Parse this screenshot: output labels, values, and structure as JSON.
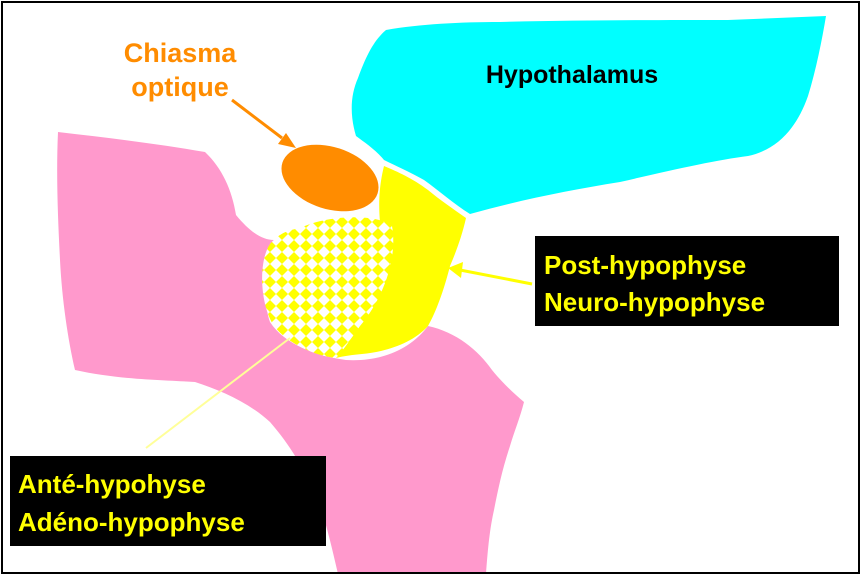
{
  "labels": {
    "chiasma_line1": "Chiasma",
    "chiasma_line2": "optique",
    "hypothalamus": "Hypothalamus",
    "post_line1": "Post-hypophyse",
    "post_line2": "Neuro-hypophyse",
    "ante_line1": "Anté-hypohyse",
    "ante_line2": "Adéno-hypophyse"
  },
  "colors": {
    "background": "#ffffff",
    "frame": "#000000",
    "sphenoid_bone": "#ff99cc",
    "hypothalamus": "#00ffff",
    "optic_chiasm": "#ff8c00",
    "chiasma_label": "#ff8c00",
    "neurohypophysis": "#ffff00",
    "adenohypophysis_check": "#ffff00",
    "label_box": "#000000",
    "post_label_text": "#ffff00",
    "ante_label_text": "#ffff00",
    "hypothalamus_label_text": "#000000",
    "arrow_chiasma": "#ff8c00",
    "arrow_post": "#ffff00",
    "arrow_ante": "#ffff99"
  }
}
